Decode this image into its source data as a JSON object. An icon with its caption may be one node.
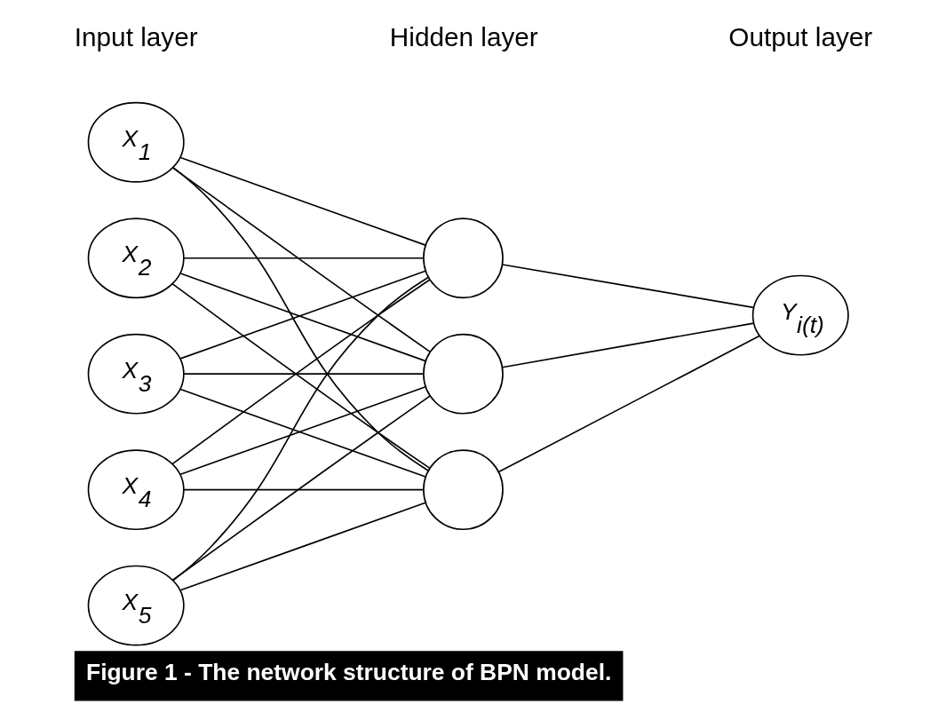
{
  "diagram": {
    "caption": "Figure 1 - The network structure of BPN model.",
    "nodes": [
      {
        "text": [
          "X$_{1}$"
        ]
      },
      {
        "text": [
          "X$_{2}$"
        ]
      },
      {
        "text": [
          "X$_{3}$"
        ]
      },
      {
        "text": [
          "X$_{4}$"
        ]
      },
      {
        "text": [
          "X$_{5}$"
        ]
      },
      {
        "text": [],
        "shape": "circle"
      },
      {
        "text": [],
        "shape": "circle"
      },
      {
        "text": [],
        "shape": "circle"
      },
      {
        "text": [
          "Y$_{i(t)}$"
        ]
      }
    ],
    "edges": [
      {
        "from": 0,
        "to": 5,
        "arrow": "none"
      },
      {
        "from": 0,
        "to": 6,
        "arrow": "none"
      },
      {
        "from": 0,
        "to": 7,
        "arrow": "none"
      },
      {
        "from": 1,
        "to": 5,
        "arrow": "none"
      },
      {
        "from": 1,
        "to": 6,
        "arrow": "none"
      },
      {
        "from": 1,
        "to": 7,
        "arrow": "none"
      },
      {
        "from": 2,
        "to": 5,
        "arrow": "none"
      },
      {
        "from": 2,
        "to": 6,
        "arrow": "none"
      },
      {
        "from": 2,
        "to": 7,
        "arrow": "none"
      },
      {
        "from": 3,
        "to": 5,
        "arrow": "none"
      },
      {
        "from": 3,
        "to": 6,
        "arrow": "none"
      },
      {
        "from": 3,
        "to": 7,
        "arrow": "none"
      },
      {
        "from": 4,
        "to": 5,
        "arrow": "none"
      },
      {
        "from": 4,
        "to": 6,
        "arrow": "none"
      },
      {
        "from": 4,
        "to": 7,
        "arrow": "none"
      },
      {
        "from": 5,
        "to": 8,
        "arrow": "none"
      },
      {
        "from": 6,
        "to": 8,
        "arrow": "none"
      },
      {
        "from": 7,
        "to": 8,
        "arrow": "none"
      }
    ],
    "labels": [
      "Input layer",
      "Hidden layer",
      "Output layer"
    ]
  }
}
